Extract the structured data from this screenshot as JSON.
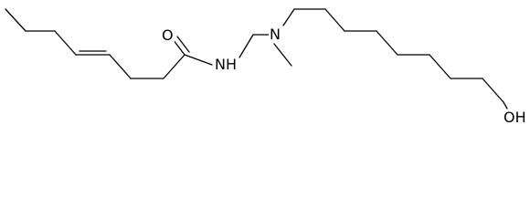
{
  "molecule": {
    "atoms": {
      "carbonyl_oxygen": "O",
      "amide_nitrogen": "NH",
      "amine_nitrogen": "N",
      "hydroxyl": "OH"
    }
  },
  "colors": {
    "bond": "#000000",
    "label": "#000000",
    "background": "#ffffff"
  }
}
